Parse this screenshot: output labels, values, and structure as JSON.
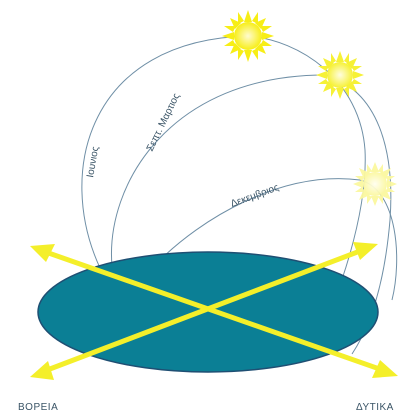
{
  "paths": {
    "june": "Ιουνιος",
    "equinox": "Σεπτ. Μαρτιος",
    "december": "Δεκεμβριος"
  },
  "compass": {
    "north": "ΒΟΡΕΙΑ",
    "west": "ΔΥΤΙΚΑ"
  },
  "colors": {
    "ground": "#0b7f95",
    "ground_edge": "#1f4f73",
    "arrows": "#f4ef2a",
    "sun_summer": "#f7ee16",
    "sun_equinox": "#f6f136",
    "sun_winter": "#fbf8a0",
    "path_line": "#6f8fa6"
  }
}
